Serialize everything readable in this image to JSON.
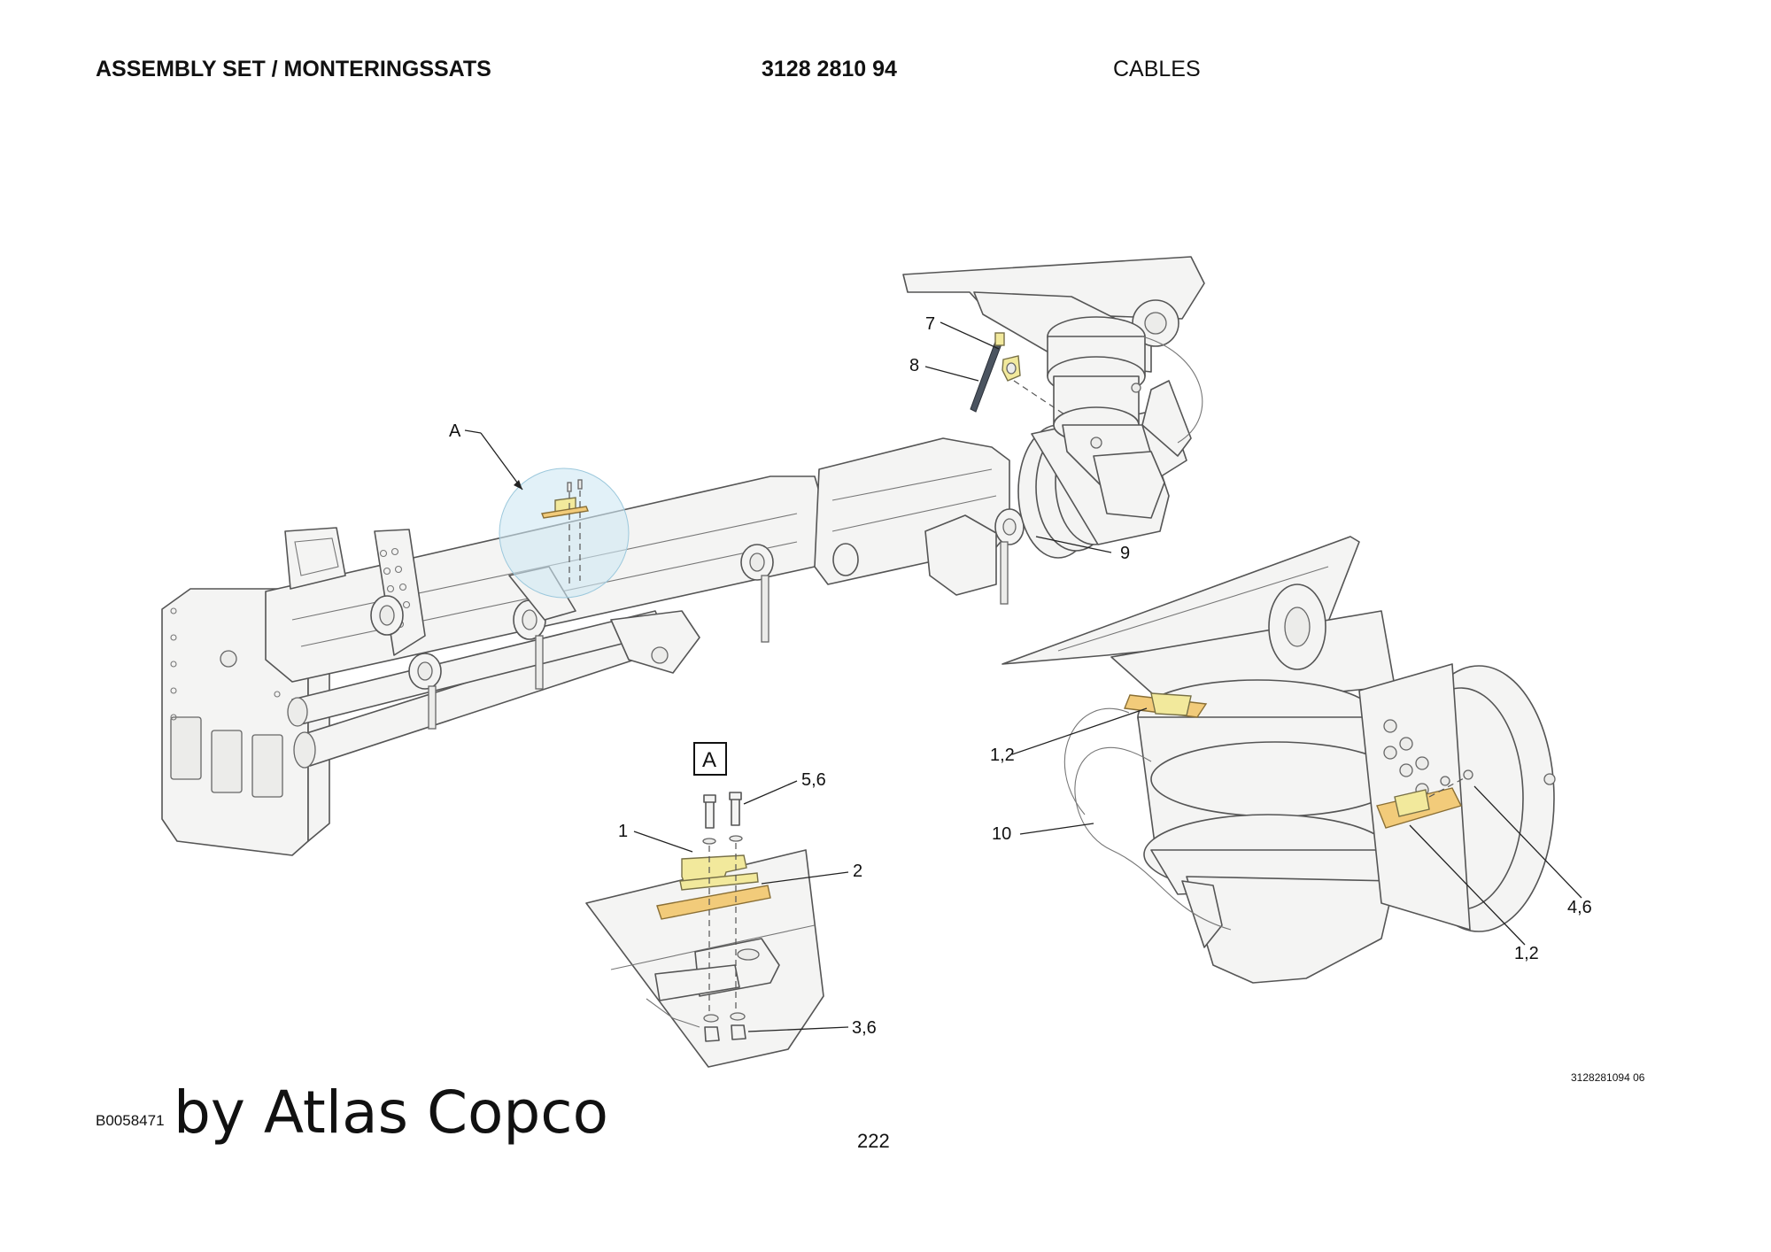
{
  "header": {
    "title": "ASSEMBLY SET / MONTERINGSSATS",
    "part_number": "3128 2810 94",
    "section": "CABLES"
  },
  "callouts": {
    "a_top": "A",
    "item_7": "7",
    "item_8": "8",
    "item_9": "9",
    "item_10": "10",
    "item_1_2_upper": "1,2",
    "item_1_2_lower": "1,2",
    "item_4_6": "4,6",
    "item_5_6": "5,6",
    "item_1": "1",
    "item_2": "2",
    "item_3_6": "3,6",
    "detail_box": "A"
  },
  "footer": {
    "figure_code": "3128281094 06",
    "image_code": "B0058471",
    "brand": "by Atlas Copco",
    "page_number": "222"
  },
  "colors": {
    "highlight_part": "#f2e99c",
    "pad_part": "#f2cb7a",
    "detail_circle": "#cfe8f3",
    "line_art": "#555555"
  }
}
